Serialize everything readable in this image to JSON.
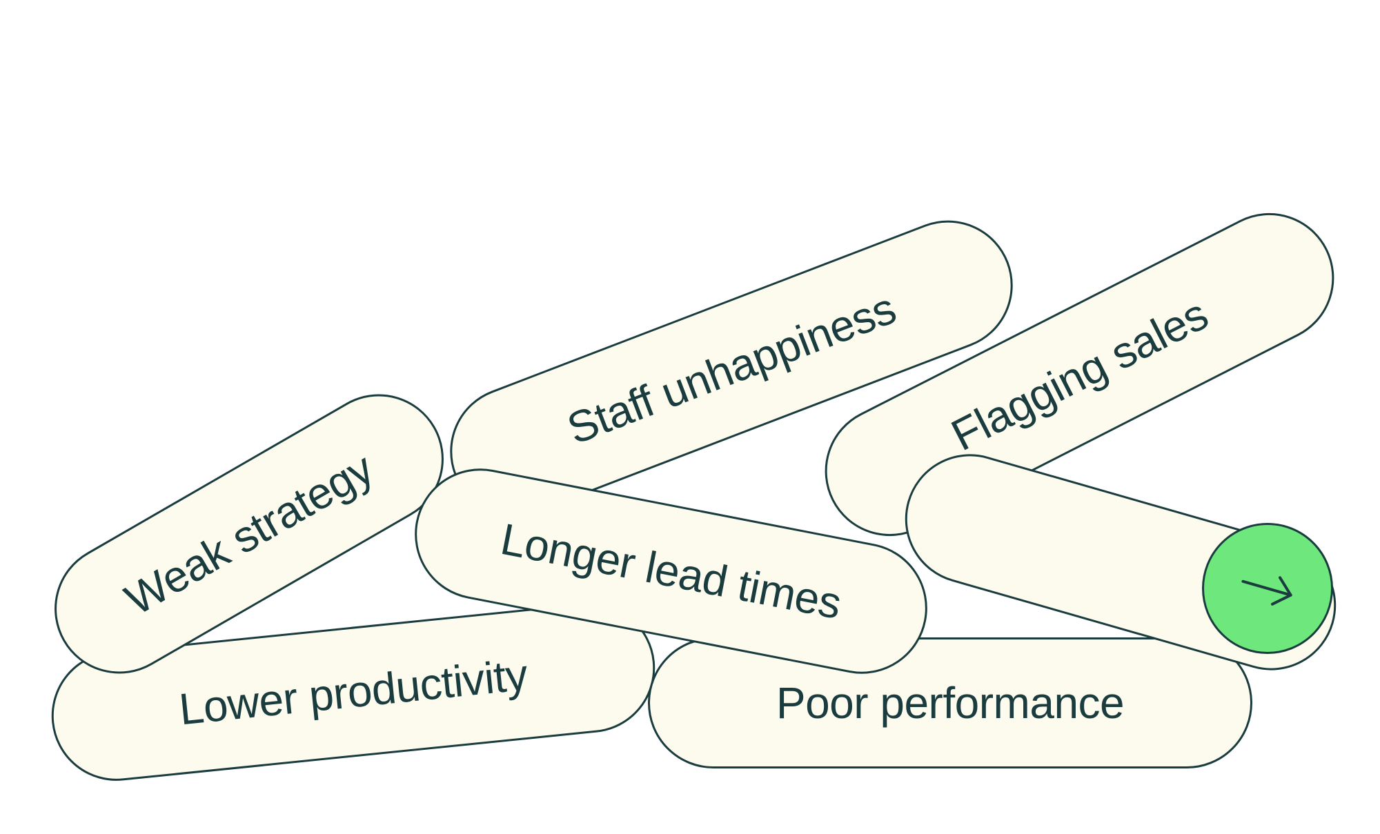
{
  "pills": {
    "weak_strategy": "Weak strategy",
    "staff_unhappiness": "Staff unhappiness",
    "flagging_sales": "Flagging sales",
    "longer_lead_times": "Longer lead times",
    "lower_productivity": "Lower productivity",
    "poor_performance": "Poor performance",
    "blank": ""
  },
  "icons": {
    "arrow": "arrow-right-icon"
  },
  "colors": {
    "pill_fill": "#fdfbee",
    "outline_and_text": "#1b3c3f",
    "accent_green": "#6ee87c",
    "background": "#ffffff"
  }
}
